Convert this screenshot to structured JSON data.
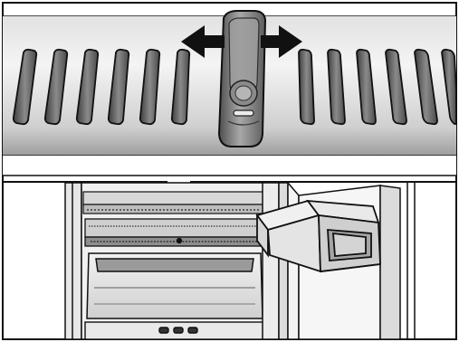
{
  "figure": {
    "top_panel": {
      "subject": "air-vent-slider",
      "arrow_icon": "double-arrow-left-right-icon",
      "slot_count_left": 6,
      "slot_count_right": 6
    },
    "bottom_panel": {
      "subject": "refrigerator-interior-with-open-drawer"
    },
    "colors": {
      "line": "#111111",
      "panel_light": "#efefef",
      "panel_mid": "#d9d9d9",
      "panel_dark": "#9a9a9a",
      "slot": "#6f6f6f",
      "slider": "#8c8c8c",
      "slider_dark": "#5a5a5a"
    }
  }
}
